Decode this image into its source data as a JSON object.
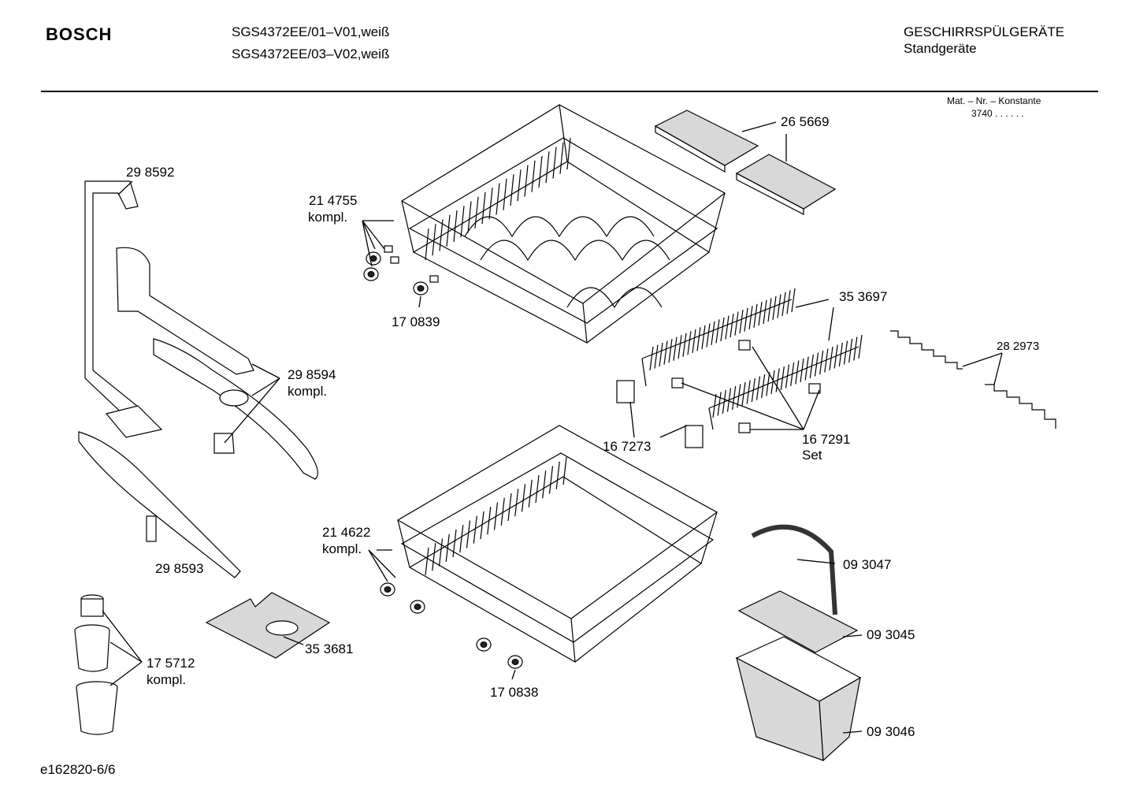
{
  "header": {
    "brand": "BOSCH",
    "model_line_1": "SGS4372EE/01–V01,weiß",
    "model_line_2": "SGS4372EE/03–V02,weiß",
    "category": "GESCHIRRSPÜLGERÄTE",
    "subcategory": "Standgeräte"
  },
  "constants": {
    "label": "Mat. – Nr. – Konstante",
    "value": "3740 . .   . . . ."
  },
  "parts": {
    "p265669": "26 5669",
    "p214755": "21 4755",
    "p214755_kompl": "kompl.",
    "p298592": "29 8592",
    "p170839": "17 0839",
    "p353697": "35 3697",
    "p282973": "28 2973",
    "p298594": "29 8594",
    "p298594_kompl": "kompl.",
    "p167273": "16 7273",
    "p167291": "16 7291",
    "p167291_set": "Set",
    "p214622": "21 4622",
    "p214622_kompl": "kompl.",
    "p298593": "29 8593",
    "p093047": "09 3047",
    "p093045": "09 3045",
    "p353681": "35 3681",
    "p175712": "17 5712",
    "p175712_kompl": "kompl.",
    "p170838": "17 0838",
    "p093046": "09 3046"
  },
  "footer": {
    "drawing_id": "e162820-6/6"
  }
}
